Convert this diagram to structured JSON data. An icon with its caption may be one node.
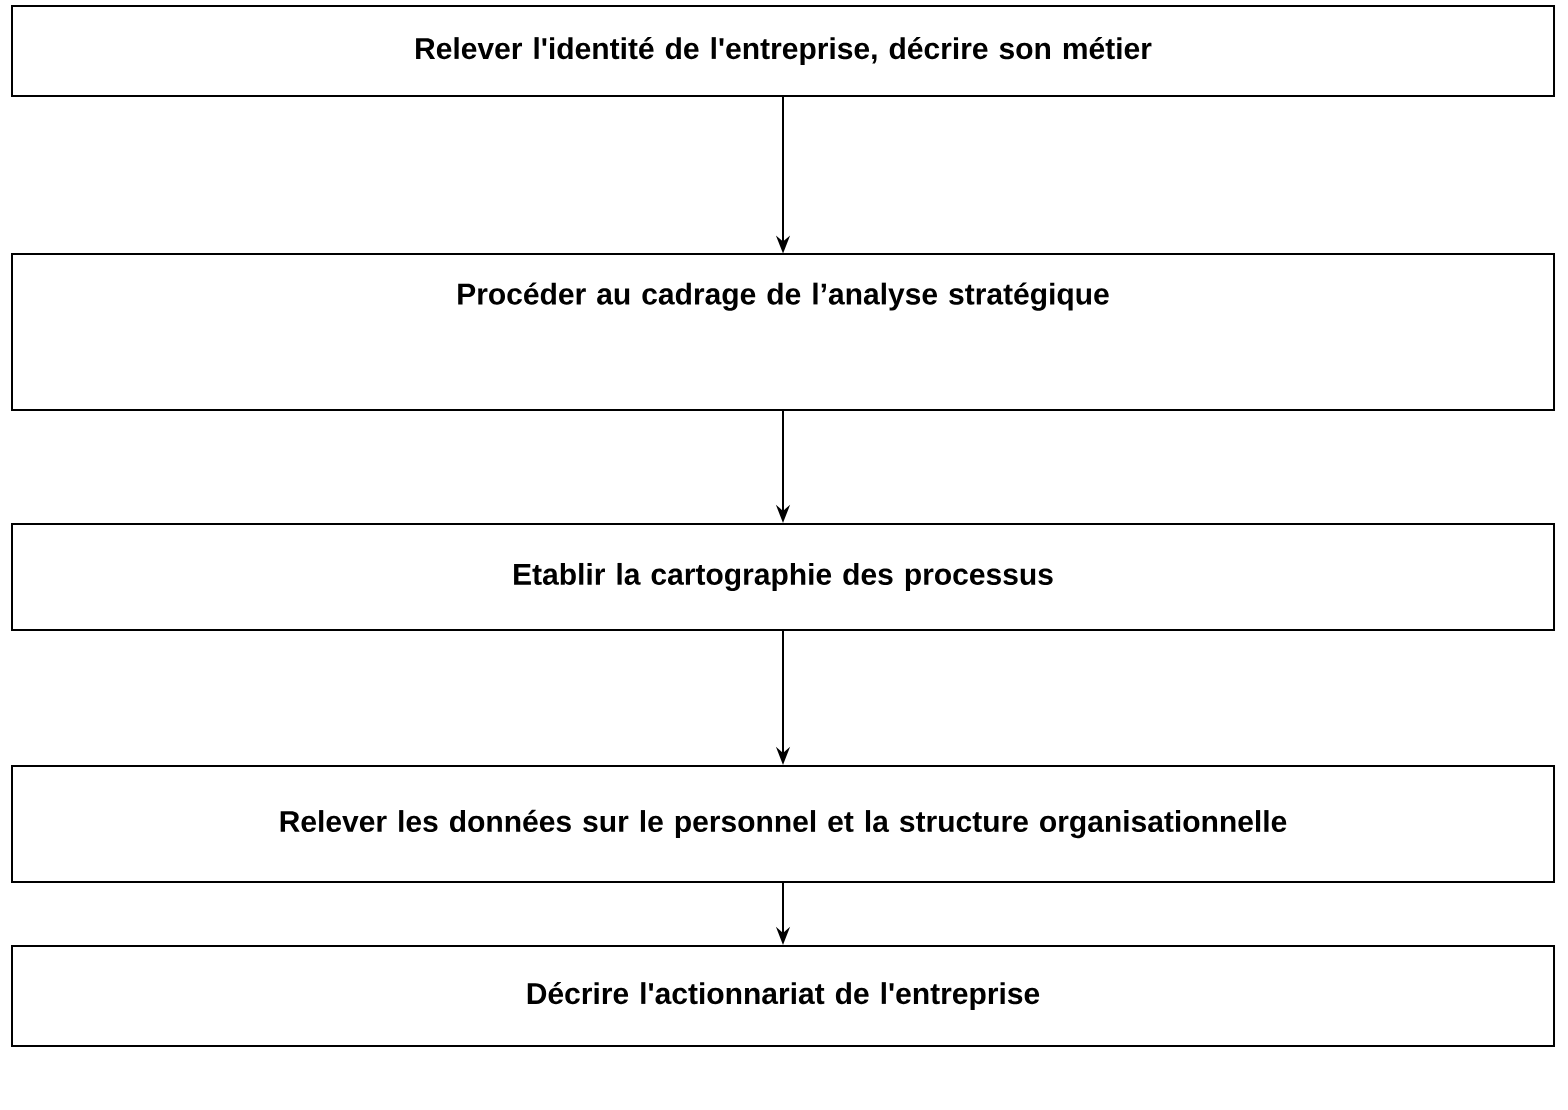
{
  "diagram": {
    "nodes": [
      {
        "text": [
          "Relever l'identité de l'entreprise, décrire son métier"
        ]
      },
      {
        "text": [
          "Procéder au cadrage de l’analyse stratégique"
        ]
      },
      {
        "text": [
          "Etablir la cartographie des processus"
        ]
      },
      {
        "text": [
          "Relever les données sur le personnel et la structure organisationnelle"
        ]
      },
      {
        "text": [
          "Décrire l'actionnariat de l'entreprise"
        ]
      }
    ],
    "edges": [
      {
        "from": 0,
        "to": 1,
        "arrow": "to"
      },
      {
        "from": 1,
        "to": 2,
        "arrow": "to"
      },
      {
        "from": 2,
        "to": 3,
        "arrow": "to"
      },
      {
        "from": 3,
        "to": 4,
        "arrow": "to"
      }
    ]
  }
}
